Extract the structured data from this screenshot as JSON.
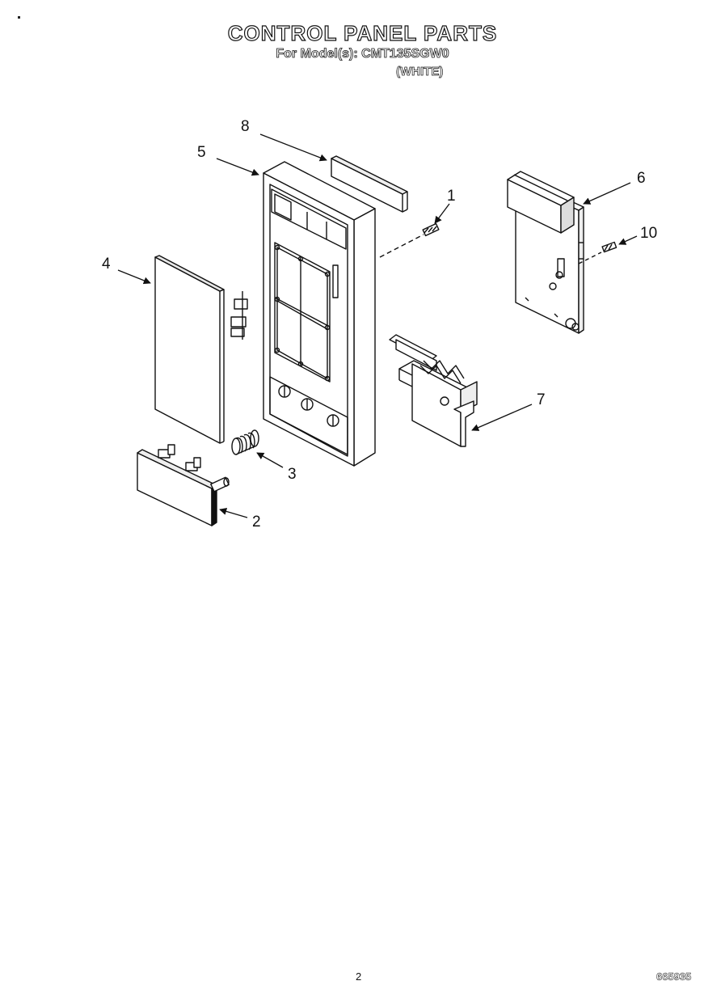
{
  "header": {
    "title": "CONTROL PANEL PARTS",
    "model_line": "For Model(s): CMT135SGW0",
    "color_line": "(WHITE)"
  },
  "callouts": {
    "c1": "1",
    "c2": "2",
    "c3": "3",
    "c4": "4",
    "c5": "5",
    "c6": "6",
    "c7": "7",
    "c8": "8",
    "c10": "10"
  },
  "footer": {
    "page_number": "2",
    "doc_number": "665935"
  },
  "colors": {
    "line": "#111111",
    "paper": "#ffffff"
  }
}
